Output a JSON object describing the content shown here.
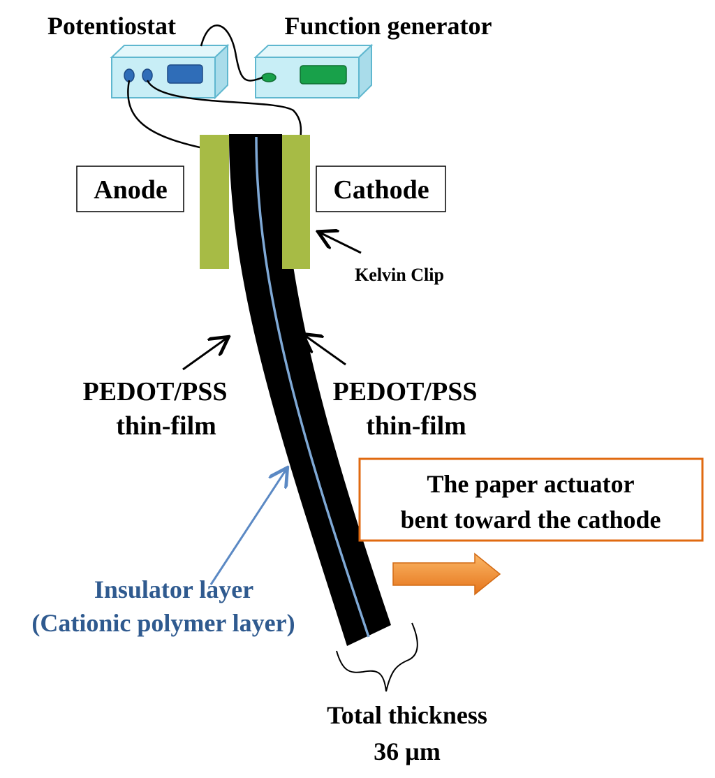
{
  "labels": {
    "potentiostat": "Potentiostat",
    "function_generator": "Function generator",
    "anode": "Anode",
    "cathode": "Cathode",
    "kelvin_clip": "Kelvin Clip",
    "pedot_left_line1": "PEDOT/PSS",
    "pedot_left_line2": "thin-film",
    "pedot_right_line1": "PEDOT/PSS",
    "pedot_right_line2": "thin-film",
    "result_line1": "The paper actuator",
    "result_line2": "bent toward the cathode",
    "insulator_line1": "Insulator layer",
    "insulator_line2": "(Cationic polymer layer)",
    "thickness_line1": "Total thickness",
    "thickness_line2": "36 µm"
  },
  "colors": {
    "device_box": "#c8eef6",
    "device_border": "#5fb7cf",
    "potentiostat_screen": "#2f6db8",
    "generator_screen": "#18a14a",
    "clip": "#a7bb45",
    "actuator": "#000000",
    "insulator_line": "#7fa9d6",
    "insulator_text": "#2f5a8f",
    "result_border": "#e06a10",
    "arrow_orange": "#f08a1e"
  }
}
